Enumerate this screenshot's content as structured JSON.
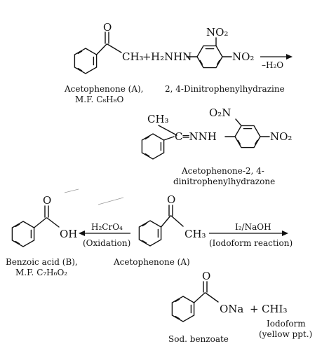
{
  "reaction1": {
    "ketone_o": "O",
    "ketone_ch3": "CH₃",
    "plus": "+",
    "hydrazine_nh2": "H₂NHN",
    "no2_top": "NO₂",
    "no2_para": "NO₂",
    "arrow_condition": "–H₂O",
    "acetophenone_caption_1": "Acetophenone (A),",
    "acetophenone_caption_2": "M.F. C₈H₈O",
    "dnph_caption": "2, 4-Dinitrophenylhydrazine"
  },
  "product1": {
    "ch3": "CH₃",
    "o2n": "O₂N",
    "imine_link": "C═NNH",
    "no2_para": "NO₂",
    "caption_1": "Acetophenone-2, 4-",
    "caption_2": "dinitrophenylhydrazone"
  },
  "reaction2": {
    "center_o": "O",
    "center_ch3": "CH₃",
    "center_caption": "Acetophenone (A)",
    "left_reagent": "H₂CrO₄",
    "left_condition": "(Oxidation)",
    "right_reagent": "I₂/NaOH",
    "right_condition": "(Iodoform reaction)",
    "acid_o": "O",
    "acid_oh": "OH",
    "acid_caption_1": "Benzoic acid (B),",
    "acid_caption_2": "M.F. C₇H₆O₂",
    "salt_o": "O",
    "salt_ona": "ONa",
    "plus": "+",
    "iodoform": "CHI₃",
    "salt_caption": "Sod. benzoate",
    "iodoform_caption_1": "Iodoform",
    "iodoform_caption_2": "(yellow ppt.)"
  }
}
